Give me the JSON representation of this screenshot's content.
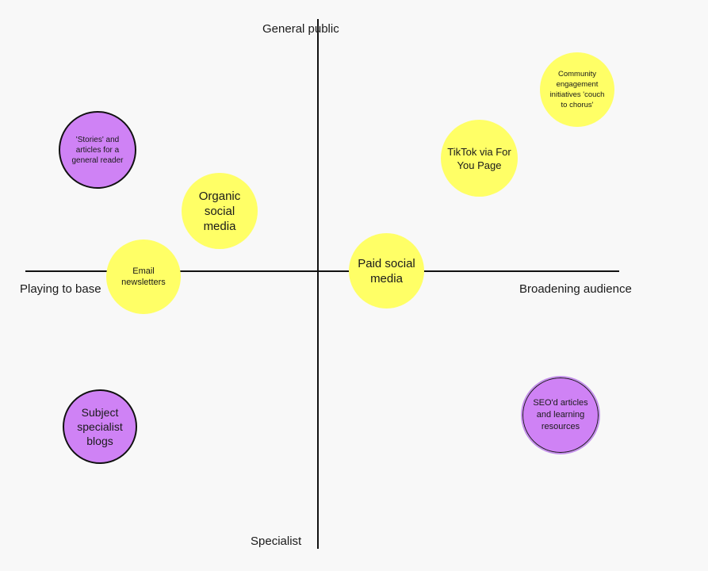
{
  "axes": {
    "top_label": "General public",
    "bottom_label": "Specialist",
    "left_label": "Playing to base",
    "right_label": "Broadening audience"
  },
  "bubbles": {
    "stories": {
      "label": "'Stories' and articles for a general reader",
      "color": "purple"
    },
    "organic": {
      "label": "Organic social media",
      "color": "yellow"
    },
    "email": {
      "label": "Email newsletters",
      "color": "yellow"
    },
    "subject": {
      "label": "Subject specialist blogs",
      "color": "purple"
    },
    "paid": {
      "label": "Paid social media",
      "color": "yellow"
    },
    "tiktok": {
      "label": "TikTok via For You Page",
      "color": "yellow"
    },
    "community": {
      "label": "Community engagement initiatives 'couch to chorus'",
      "color": "yellow"
    },
    "seo": {
      "label": "SEO'd articles and learning resources",
      "color": "purple"
    }
  },
  "colors": {
    "yellow": "#ffff66",
    "purple": "#cf82f5",
    "axis": "#111111",
    "background": "#f8f8f8"
  }
}
